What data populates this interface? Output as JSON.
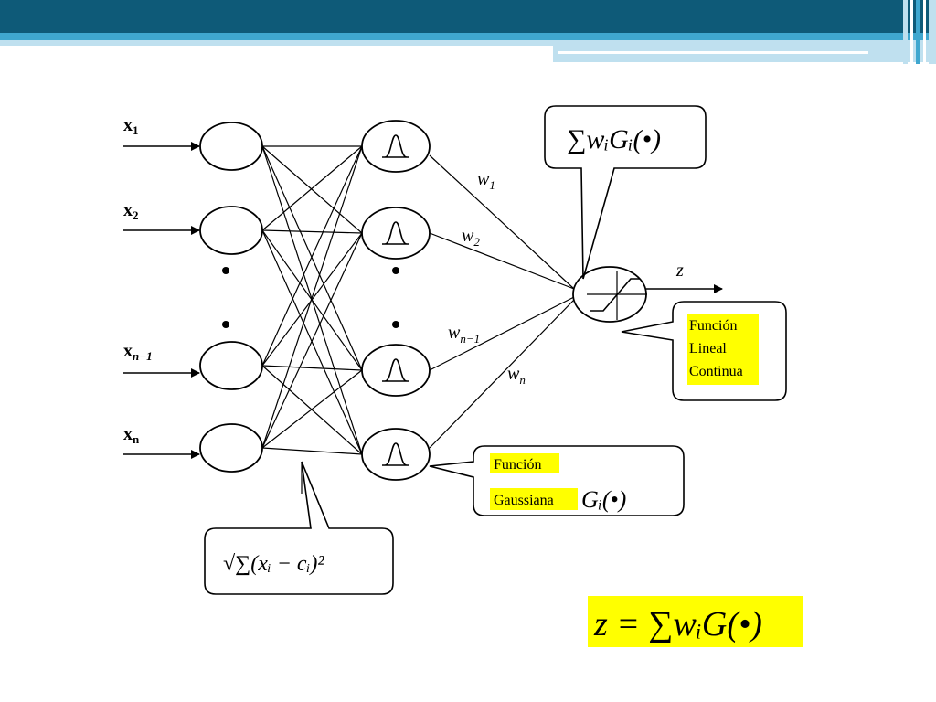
{
  "colors": {
    "header_dark": "#0e5a78",
    "header_accent": "#3fa7cf",
    "header_light": "#bfe0ef",
    "highlight": "#ffff00",
    "line": "#000000"
  },
  "inputs": [
    {
      "name": "x",
      "sub": "1"
    },
    {
      "name": "x",
      "sub": "2"
    },
    {
      "name": "x",
      "sub": "n−1"
    },
    {
      "name": "x",
      "sub": "n"
    }
  ],
  "weights": [
    {
      "name": "w",
      "sub": "1"
    },
    {
      "name": "w",
      "sub": "2"
    },
    {
      "name": "w",
      "sub": "n−1"
    },
    {
      "name": "w",
      "sub": "n"
    }
  ],
  "output_label": "z",
  "callouts": {
    "sum_formula": "∑wᵢGᵢ(•)",
    "distance_formula": "√∑(xᵢ − cᵢ)²",
    "linear": [
      "Función",
      "Lineal",
      "Continua"
    ],
    "gaussian": [
      "Función",
      "Gaussiana"
    ],
    "gaussian_symbol": "Gᵢ(•)"
  },
  "equation": "z = ∑wᵢG(•)"
}
